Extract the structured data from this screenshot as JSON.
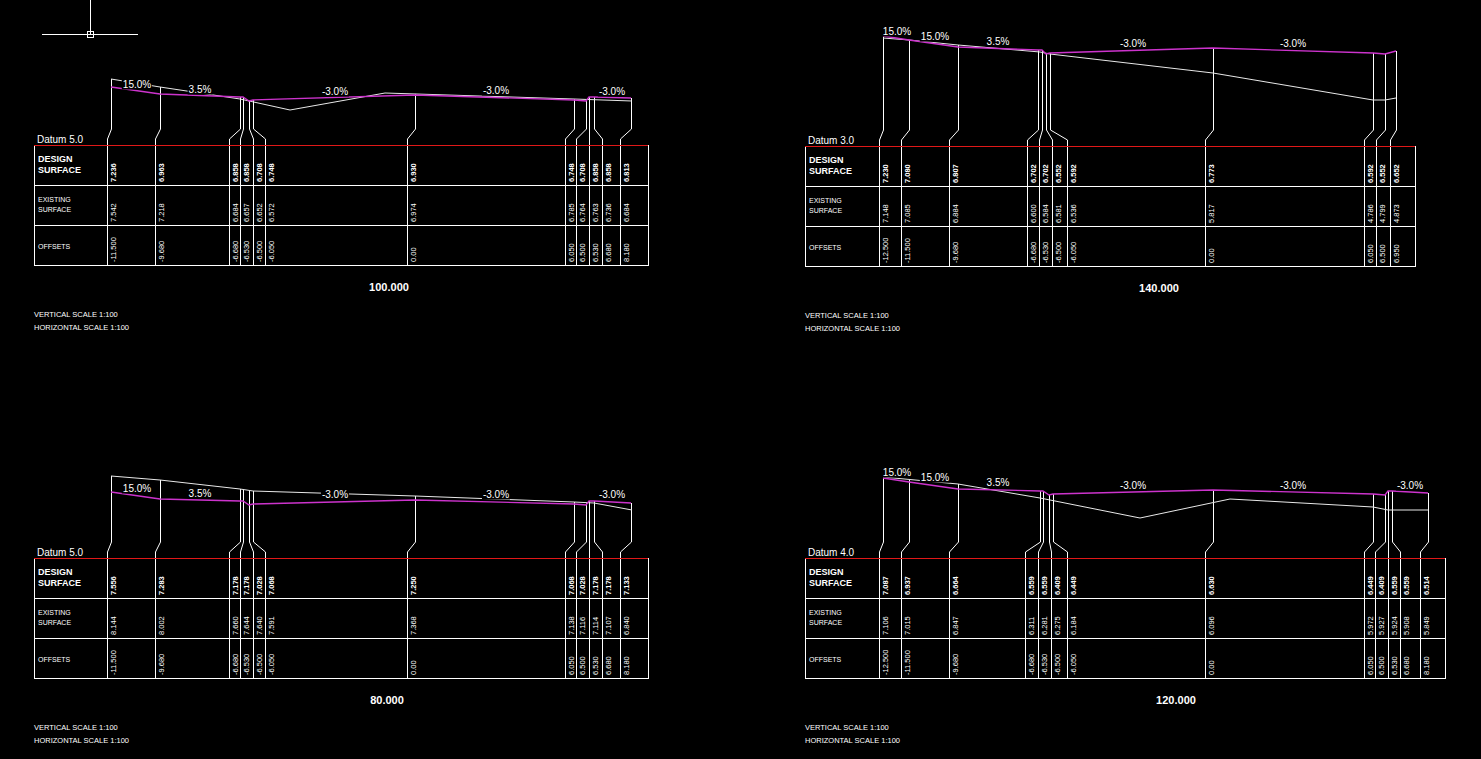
{
  "diagram": {
    "labels": [
      "15.0%",
      "3.5%",
      "-3.0%",
      "-3.0%",
      "-3.0%",
      "Datum 5.0",
      "DESIGN SURFACE",
      "EXISTING SURFACE",
      "OFFSETS",
      "7.236",
      "6.963",
      "6.858",
      "6.858",
      "6.708",
      "6.748",
      "6.930",
      "6.748",
      "6.708",
      "6.858",
      "6.858",
      "6.813",
      "7.542",
      "7.218",
      "6.684",
      "6.657",
      "6.652",
      "6.572",
      "6.974",
      "6.785",
      "6.764",
      "6.763",
      "6.736",
      "6.684",
      "-11.500",
      "-9.680",
      "-6.680",
      "-6.530",
      "-6.500",
      "-6.050",
      "0.00",
      "6.050",
      "6.500",
      "6.530",
      "6.680",
      "8.180",
      "100.000",
      "VERTICAL SCALE 1:100",
      "HORIZONTAL SCALE 1:100",
      "15.0%",
      "15.0%",
      "3.5%",
      "-3.0%",
      "-3.0%",
      "Datum 3.0",
      "DESIGN SURFACE",
      "EXISTING SURFACE",
      "OFFSETS",
      "7.230",
      "7.080",
      "6.807",
      "6.702",
      "6.702",
      "6.552",
      "6.592",
      "6.773",
      "6.592",
      "6.552",
      "6.652",
      "7.148",
      "7.085",
      "6.884",
      "6.600",
      "6.584",
      "6.581",
      "6.536",
      "5.817",
      "4.786",
      "4.799",
      "4.873",
      "-12.500",
      "-11.500",
      "-9.680",
      "-6.680",
      "-6.530",
      "-6.500",
      "-6.050",
      "0.00",
      "6.050",
      "6.500",
      "6.950",
      "140.000",
      "VERTICAL SCALE 1:100",
      "HORIZONTAL SCALE 1:100",
      "15.0%",
      "3.5%",
      "-3.0%",
      "-3.0%",
      "-3.0%",
      "Datum 5.0",
      "DESIGN SURFACE",
      "EXISTING SURFACE",
      "OFFSETS",
      "7.556",
      "7.283",
      "7.178",
      "7.178",
      "7.028",
      "7.068",
      "7.250",
      "7.068",
      "7.028",
      "7.178",
      "7.178",
      "7.133",
      "8.144",
      "8.002",
      "7.660",
      "7.644",
      "7.640",
      "7.591",
      "7.368",
      "7.138",
      "7.116",
      "7.114",
      "7.107",
      "6.840",
      "-11.500",
      "-9.680",
      "-6.680",
      "-6.530",
      "-6.500",
      "-6.050",
      "0.00",
      "6.050",
      "6.500",
      "6.530",
      "6.680",
      "8.180",
      "80.000",
      "VERTICAL SCALE 1:100",
      "HORIZONTAL SCALE 1:100",
      "15.0%",
      "15.0%",
      "3.5%",
      "-3.0%",
      "-3.0%",
      "-3.0%",
      "Datum 4.0",
      "DESIGN SURFACE",
      "EXISTING SURFACE",
      "OFFSETS",
      "7.087",
      "6.937",
      "6.664",
      "6.559",
      "6.559",
      "6.409",
      "6.449",
      "6.630",
      "6.449",
      "6.409",
      "6.559",
      "6.559",
      "6.514",
      "7.106",
      "7.015",
      "6.847",
      "6.311",
      "6.281",
      "6.275",
      "6.184",
      "6.096",
      "5.972",
      "5.927",
      "5.924",
      "5.908",
      "5.849",
      "-12.500",
      "-11.500",
      "-9.680",
      "-6.680",
      "-6.530",
      "-6.500",
      "-6.050",
      "0.00",
      "6.050",
      "6.500",
      "6.530",
      "6.680",
      "8.180",
      "120.000",
      "VERTICAL SCALE 1:100",
      "HORIZONTAL SCALE 1:100"
    ]
  }
}
